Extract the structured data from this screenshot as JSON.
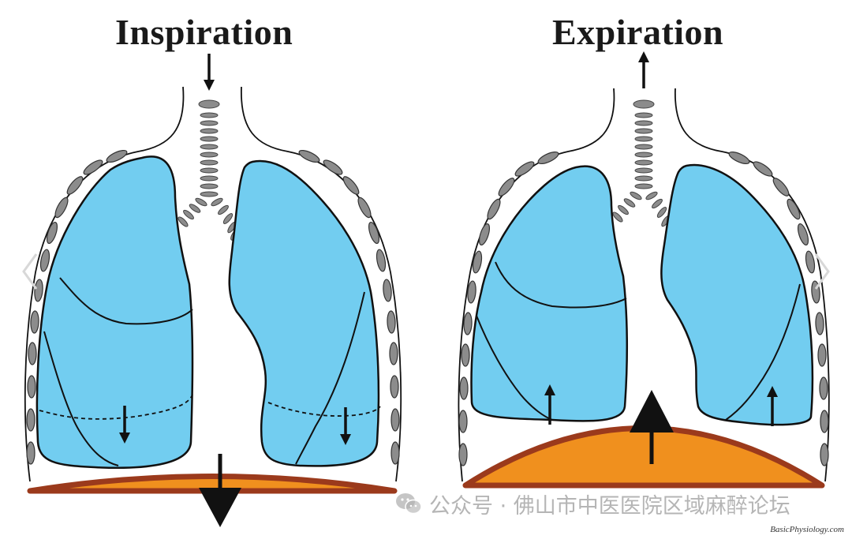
{
  "panels": {
    "inspiration": {
      "title": "Inspiration"
    },
    "expiration": {
      "title": "Expiration"
    }
  },
  "watermark": {
    "text": "公众号 · 佛山市中医医院区域麻醉论坛",
    "icon": "wechat-icon"
  },
  "credit": "BasicPhysiology.com",
  "colors": {
    "lung": "#72cdf0",
    "diaphragm_fill": "#f0901e",
    "diaphragm_edge": "#9b3a1c",
    "cartilage": "#8c8c8c",
    "outline": "#111111"
  }
}
